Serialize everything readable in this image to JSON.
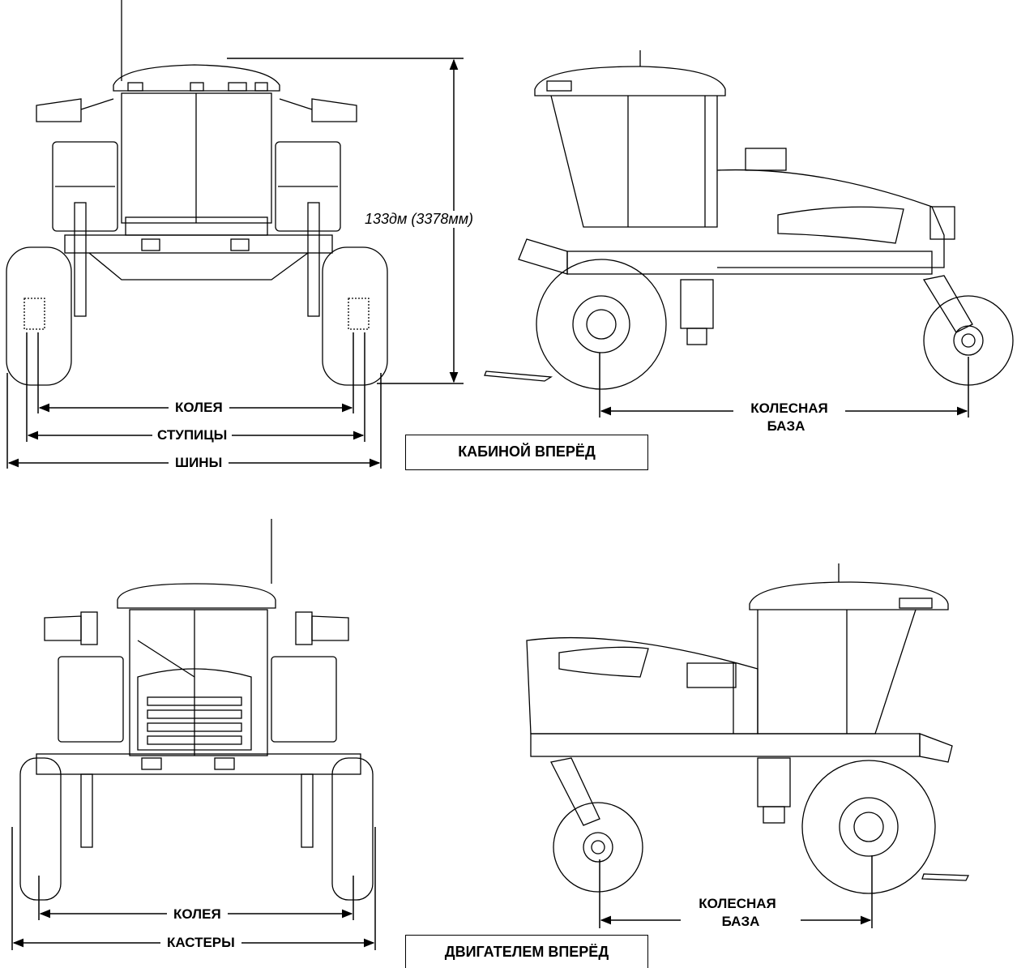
{
  "cab_forward": {
    "front_view": {
      "height_label": "133дм (3378мм)",
      "track_label": "КОЛЕЯ",
      "hubs_label": "СТУПИЦЫ",
      "tires_label": "ШИНЫ"
    },
    "side_view": {
      "wheelbase_label_line1": "КОЛЕСНАЯ",
      "wheelbase_label_line2": "БАЗА"
    },
    "title": "КАБИНОЙ ВПЕРЁД"
  },
  "engine_forward": {
    "front_view": {
      "track_label": "КОЛЕЯ",
      "casters_label": "КАСТЕРЫ"
    },
    "side_view": {
      "wheelbase_label_line1": "КОЛЕСНАЯ",
      "wheelbase_label_line2": "БАЗА"
    },
    "title": "ДВИГАТЕЛЕМ ВПЕРЁД"
  }
}
